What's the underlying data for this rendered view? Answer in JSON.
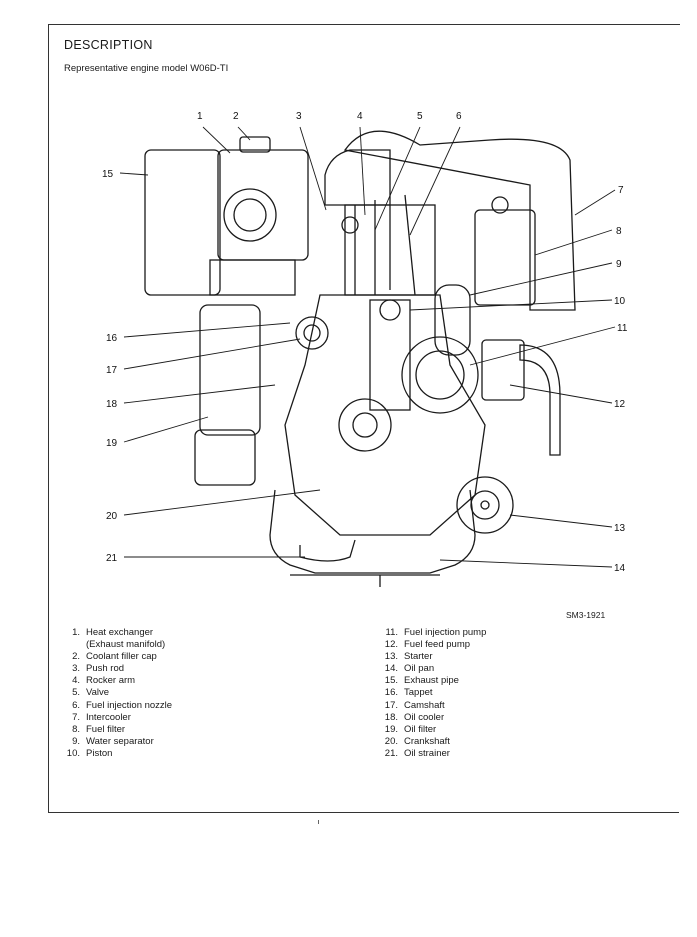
{
  "page": {
    "title": "DESCRIPTION",
    "subtitle": "Representative engine model W06D-TI",
    "figure_code": "SM3-1921"
  },
  "figure": {
    "callouts": [
      "1",
      "2",
      "3",
      "4",
      "5",
      "6",
      "7",
      "8",
      "9",
      "10",
      "11",
      "12",
      "13",
      "14",
      "15",
      "16",
      "17",
      "18",
      "19",
      "20",
      "21"
    ]
  },
  "legend": {
    "left": [
      {
        "num": "1.",
        "label": "Heat exchanger",
        "sub": "(Exhaust manifold)"
      },
      {
        "num": "2.",
        "label": "Coolant filler cap"
      },
      {
        "num": "3.",
        "label": "Push rod"
      },
      {
        "num": "4.",
        "label": "Rocker arm"
      },
      {
        "num": "5.",
        "label": "Valve"
      },
      {
        "num": "6.",
        "label": "Fuel injection nozzle"
      },
      {
        "num": "7.",
        "label": "Intercooler"
      },
      {
        "num": "8.",
        "label": "Fuel filter"
      },
      {
        "num": "9.",
        "label": "Water separator"
      },
      {
        "num": "10.",
        "label": "Piston"
      }
    ],
    "right": [
      {
        "num": "11.",
        "label": "Fuel injection pump"
      },
      {
        "num": "12.",
        "label": "Fuel feed pump"
      },
      {
        "num": "13.",
        "label": "Starter"
      },
      {
        "num": "14.",
        "label": "Oil pan"
      },
      {
        "num": "15.",
        "label": "Exhaust pipe"
      },
      {
        "num": "16.",
        "label": "Tappet"
      },
      {
        "num": "17.",
        "label": "Camshaft"
      },
      {
        "num": "18.",
        "label": "Oil cooler"
      },
      {
        "num": "19.",
        "label": "Oil filter"
      },
      {
        "num": "20.",
        "label": "Crankshaft"
      },
      {
        "num": "21.",
        "label": "Oil strainer"
      }
    ]
  }
}
